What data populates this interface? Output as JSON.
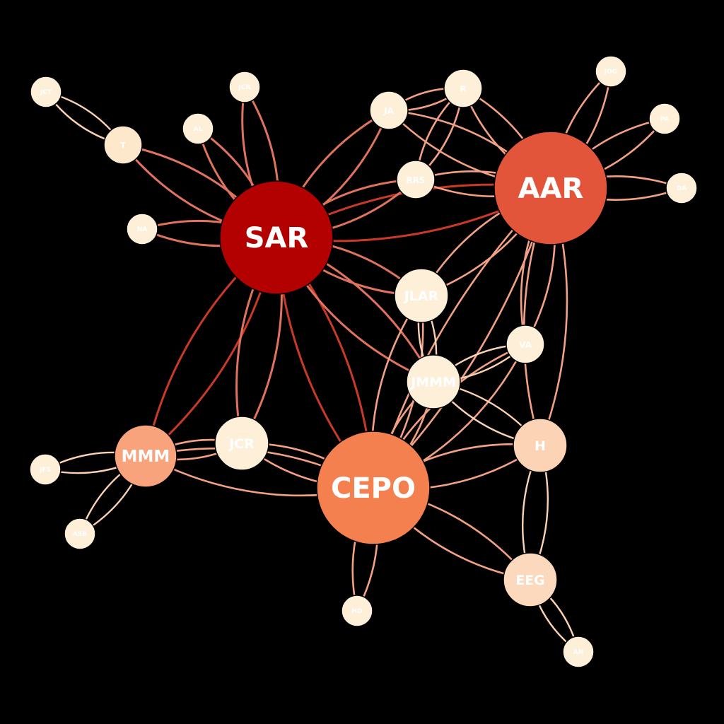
{
  "diagram": {
    "type": "network-graph",
    "background": "#000000",
    "edge_colors": {
      "strong": "#c93a26",
      "medium": "#e0735e",
      "light": "#f2a184",
      "pale": "#fbd3b4"
    },
    "nodes": [
      {
        "id": "SAR",
        "label": "SAR",
        "color": "#b30000",
        "size": "xl"
      },
      {
        "id": "AAR",
        "label": "AAR",
        "color": "#e2553a",
        "size": "xl"
      },
      {
        "id": "CEPO",
        "label": "CEPO",
        "color": "#f4804f",
        "size": "xl"
      },
      {
        "id": "MMM",
        "label": "MMM",
        "color": "#f8a37c",
        "size": "l"
      },
      {
        "id": "H",
        "label": "H",
        "color": "#fcd3b4",
        "size": "m"
      },
      {
        "id": "EEG",
        "label": "EEG",
        "color": "#fcd8bc",
        "size": "m"
      },
      {
        "id": "JCR",
        "label": "JCR",
        "color": "#feefd9",
        "size": "m"
      },
      {
        "id": "JLAR",
        "label": "JLAR",
        "color": "#feefd9",
        "size": "m"
      },
      {
        "id": "JMMM",
        "label": "JMMM",
        "color": "#feefd9",
        "size": "m"
      },
      {
        "id": "JA",
        "label": "JA",
        "color": "#feefd9",
        "size": "s"
      },
      {
        "id": "R",
        "label": "R",
        "color": "#feefd9",
        "size": "s"
      },
      {
        "id": "RRS",
        "label": "RRS",
        "color": "#feefd9",
        "size": "s"
      },
      {
        "id": "VA",
        "label": "VA",
        "color": "#feefd9",
        "size": "s"
      },
      {
        "id": "T",
        "label": "T",
        "color": "#fde8cc",
        "size": "s"
      },
      {
        "id": "AL",
        "label": "AL",
        "color": "#feefd9",
        "size": "xs"
      },
      {
        "id": "NA",
        "label": "NA",
        "color": "#feefd9",
        "size": "xs"
      },
      {
        "id": "JCT",
        "label": "JCT",
        "color": "#feefd9",
        "size": "xs"
      },
      {
        "id": "JCR2",
        "label": "JCR",
        "color": "#feefd9",
        "size": "xs"
      },
      {
        "id": "JOG",
        "label": "JOG",
        "color": "#feefd9",
        "size": "xs"
      },
      {
        "id": "PA",
        "label": "PA",
        "color": "#feefd9",
        "size": "xs"
      },
      {
        "id": "DA",
        "label": "DA",
        "color": "#feefd9",
        "size": "xs"
      },
      {
        "id": "JFS",
        "label": "JFS",
        "color": "#feefd9",
        "size": "xs"
      },
      {
        "id": "ASB",
        "label": "ASB",
        "color": "#feefd9",
        "size": "xs"
      },
      {
        "id": "HD",
        "label": "HD",
        "color": "#feefd9",
        "size": "xs"
      },
      {
        "id": "AN",
        "label": "AN",
        "color": "#feefd9",
        "size": "xs"
      }
    ],
    "edges": [
      {
        "a": "SAR",
        "b": "AAR",
        "w": "strong"
      },
      {
        "a": "SAR",
        "b": "CEPO",
        "w": "strong"
      },
      {
        "a": "SAR",
        "b": "MMM",
        "w": "strong"
      },
      {
        "a": "SAR",
        "b": "RRS",
        "w": "medium"
      },
      {
        "a": "SAR",
        "b": "JA",
        "w": "medium"
      },
      {
        "a": "SAR",
        "b": "T",
        "w": "medium"
      },
      {
        "a": "SAR",
        "b": "AL",
        "w": "medium"
      },
      {
        "a": "SAR",
        "b": "JCR2",
        "w": "medium"
      },
      {
        "a": "SAR",
        "b": "NA",
        "w": "medium"
      },
      {
        "a": "SAR",
        "b": "JLAR",
        "w": "medium"
      },
      {
        "a": "SAR",
        "b": "JMMM",
        "w": "medium"
      },
      {
        "a": "SAR",
        "b": "JCR",
        "w": "medium"
      },
      {
        "a": "AAR",
        "b": "R",
        "w": "light"
      },
      {
        "a": "AAR",
        "b": "JA",
        "w": "light"
      },
      {
        "a": "AAR",
        "b": "RRS",
        "w": "light"
      },
      {
        "a": "AAR",
        "b": "JOG",
        "w": "light"
      },
      {
        "a": "AAR",
        "b": "PA",
        "w": "light"
      },
      {
        "a": "AAR",
        "b": "DA",
        "w": "light"
      },
      {
        "a": "AAR",
        "b": "JLAR",
        "w": "light"
      },
      {
        "a": "AAR",
        "b": "VA",
        "w": "light"
      },
      {
        "a": "AAR",
        "b": "H",
        "w": "light"
      },
      {
        "a": "AAR",
        "b": "CEPO",
        "w": "light"
      },
      {
        "a": "CEPO",
        "b": "MMM",
        "w": "light"
      },
      {
        "a": "CEPO",
        "b": "JCR",
        "w": "light"
      },
      {
        "a": "CEPO",
        "b": "JMMM",
        "w": "light"
      },
      {
        "a": "CEPO",
        "b": "H",
        "w": "light"
      },
      {
        "a": "CEPO",
        "b": "EEG",
        "w": "light"
      },
      {
        "a": "CEPO",
        "b": "VA",
        "w": "light"
      },
      {
        "a": "CEPO",
        "b": "HD",
        "w": "light"
      },
      {
        "a": "CEPO",
        "b": "JLAR",
        "w": "light"
      },
      {
        "a": "MMM",
        "b": "JCR",
        "w": "light"
      },
      {
        "a": "MMM",
        "b": "JFS",
        "w": "pale"
      },
      {
        "a": "MMM",
        "b": "ASB",
        "w": "pale"
      },
      {
        "a": "JMMM",
        "b": "H",
        "w": "pale"
      },
      {
        "a": "JMMM",
        "b": "VA",
        "w": "pale"
      },
      {
        "a": "JMMM",
        "b": "JLAR",
        "w": "pale"
      },
      {
        "a": "H",
        "b": "EEG",
        "w": "pale"
      },
      {
        "a": "EEG",
        "b": "AN",
        "w": "pale"
      },
      {
        "a": "JA",
        "b": "R",
        "w": "light"
      },
      {
        "a": "R",
        "b": "RRS",
        "w": "light"
      },
      {
        "a": "T",
        "b": "JCT",
        "w": "pale"
      }
    ]
  }
}
